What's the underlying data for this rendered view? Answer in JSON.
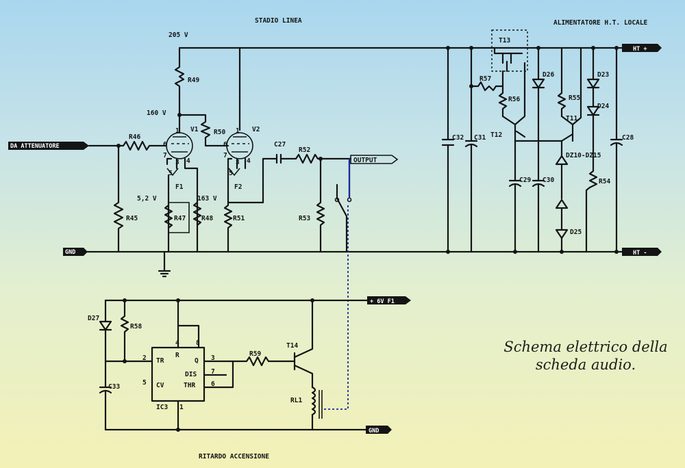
{
  "caption": "Schema elettrico della scheda audio.",
  "titles": {
    "stage": "STADIO LINEA",
    "supply": "ALIMENTATORE H.T. LOCALE",
    "delay": "RITARDO ACCENSIONE"
  },
  "voltages": {
    "v205": "205 V",
    "v160": "160 V",
    "v52": "5,2 V",
    "v163": "163 V"
  },
  "ports": {
    "input": "DA ATTENUATORE",
    "gnd_top": "GND",
    "output": "OUTPUT",
    "ht_plus": "HT +",
    "ht_minus": "HT -",
    "plus6v": "+ 6V F1",
    "gnd_bottom": "GND"
  },
  "components": {
    "R46": "R46",
    "R45": "R45",
    "R49": "R49",
    "R50": "R50",
    "R47": "R47",
    "R48": "R48",
    "R51": "R51",
    "R52": "R52",
    "R53": "R53",
    "C27": "C27",
    "V1": "V1",
    "V2": "V2",
    "F1": "F1",
    "F2": "F2",
    "T13": "T13",
    "R57": "R57",
    "R56": "R56",
    "T12": "T12",
    "D26": "D26",
    "C32": "C32",
    "C31": "C31",
    "C29": "C29",
    "C30": "C30",
    "R55": "R55",
    "T11": "T11",
    "D23": "D23",
    "D24": "D24",
    "DZ": "DZ10-DZ15",
    "R54": "R54",
    "C28": "C28",
    "D25": "D25",
    "D27": "D27",
    "R58": "R58",
    "C33": "C33",
    "IC3": "IC3",
    "R59": "R59",
    "T14": "T14",
    "RL1": "RL1"
  },
  "ic_pins": {
    "TR": "TR",
    "R": "R",
    "Q": "Q",
    "DIS": "DIS",
    "CV": "CV",
    "THR": "THR",
    "p1": "1",
    "p2": "2",
    "p3": "3",
    "p4": "4",
    "p5": "5",
    "p6": "6",
    "p7": "7",
    "p8": "8"
  },
  "tube_pins": {
    "p1": "1",
    "p6": "6",
    "p7": "7",
    "p3": "3",
    "p4": "4",
    "p5": "5"
  }
}
